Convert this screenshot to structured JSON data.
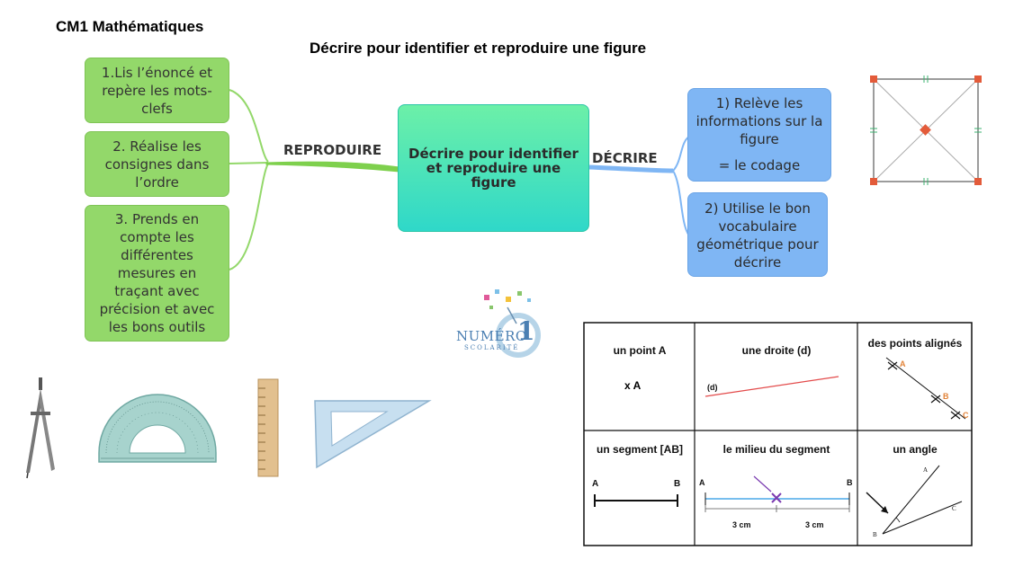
{
  "header": {
    "class_title": "CM1 Mathématiques",
    "main_title": "Décrire pour identifier et reproduire une figure"
  },
  "mindmap": {
    "central": "Décrire pour identifier et reproduire une figure",
    "left_branch": "REPRODUIRE",
    "right_branch": "DÉCRIRE",
    "left_items": [
      "1.Lis l’énoncé et repère les mots-clefs",
      "2. Réalise les consignes dans l’ordre",
      "3. Prends en compte les différentes mesures en traçant avec précision et avec les bons outils"
    ],
    "right_items": [
      {
        "line1": "1) Relève les informations sur la figure",
        "line2": "= le codage"
      },
      {
        "line1": "2) Utilise le bon vocabulaire géométrique pour décrire"
      }
    ]
  },
  "logo": {
    "main": "NUMÉRO",
    "digit": "1",
    "sub": "SCOLARITÉ"
  },
  "vocab_table": {
    "cells": [
      {
        "label": "un point A",
        "text": "x  A"
      },
      {
        "label": "une droite (d)",
        "text": "(d)"
      },
      {
        "label": "des points alignés",
        "points": [
          "A",
          "B",
          "C"
        ]
      },
      {
        "label": "un segment [AB]",
        "ends": [
          "A",
          "B"
        ]
      },
      {
        "label": "le milieu du segment",
        "ends": [
          "A",
          "B"
        ],
        "measures": [
          "3 cm",
          "3 cm"
        ]
      },
      {
        "label": "un angle",
        "points": [
          "A",
          "B",
          "C"
        ]
      }
    ]
  },
  "colors": {
    "green": "#93d86a",
    "blue": "#7fb6f4",
    "central_top": "#6cf0a8",
    "central_bottom": "#2fd8c9"
  }
}
